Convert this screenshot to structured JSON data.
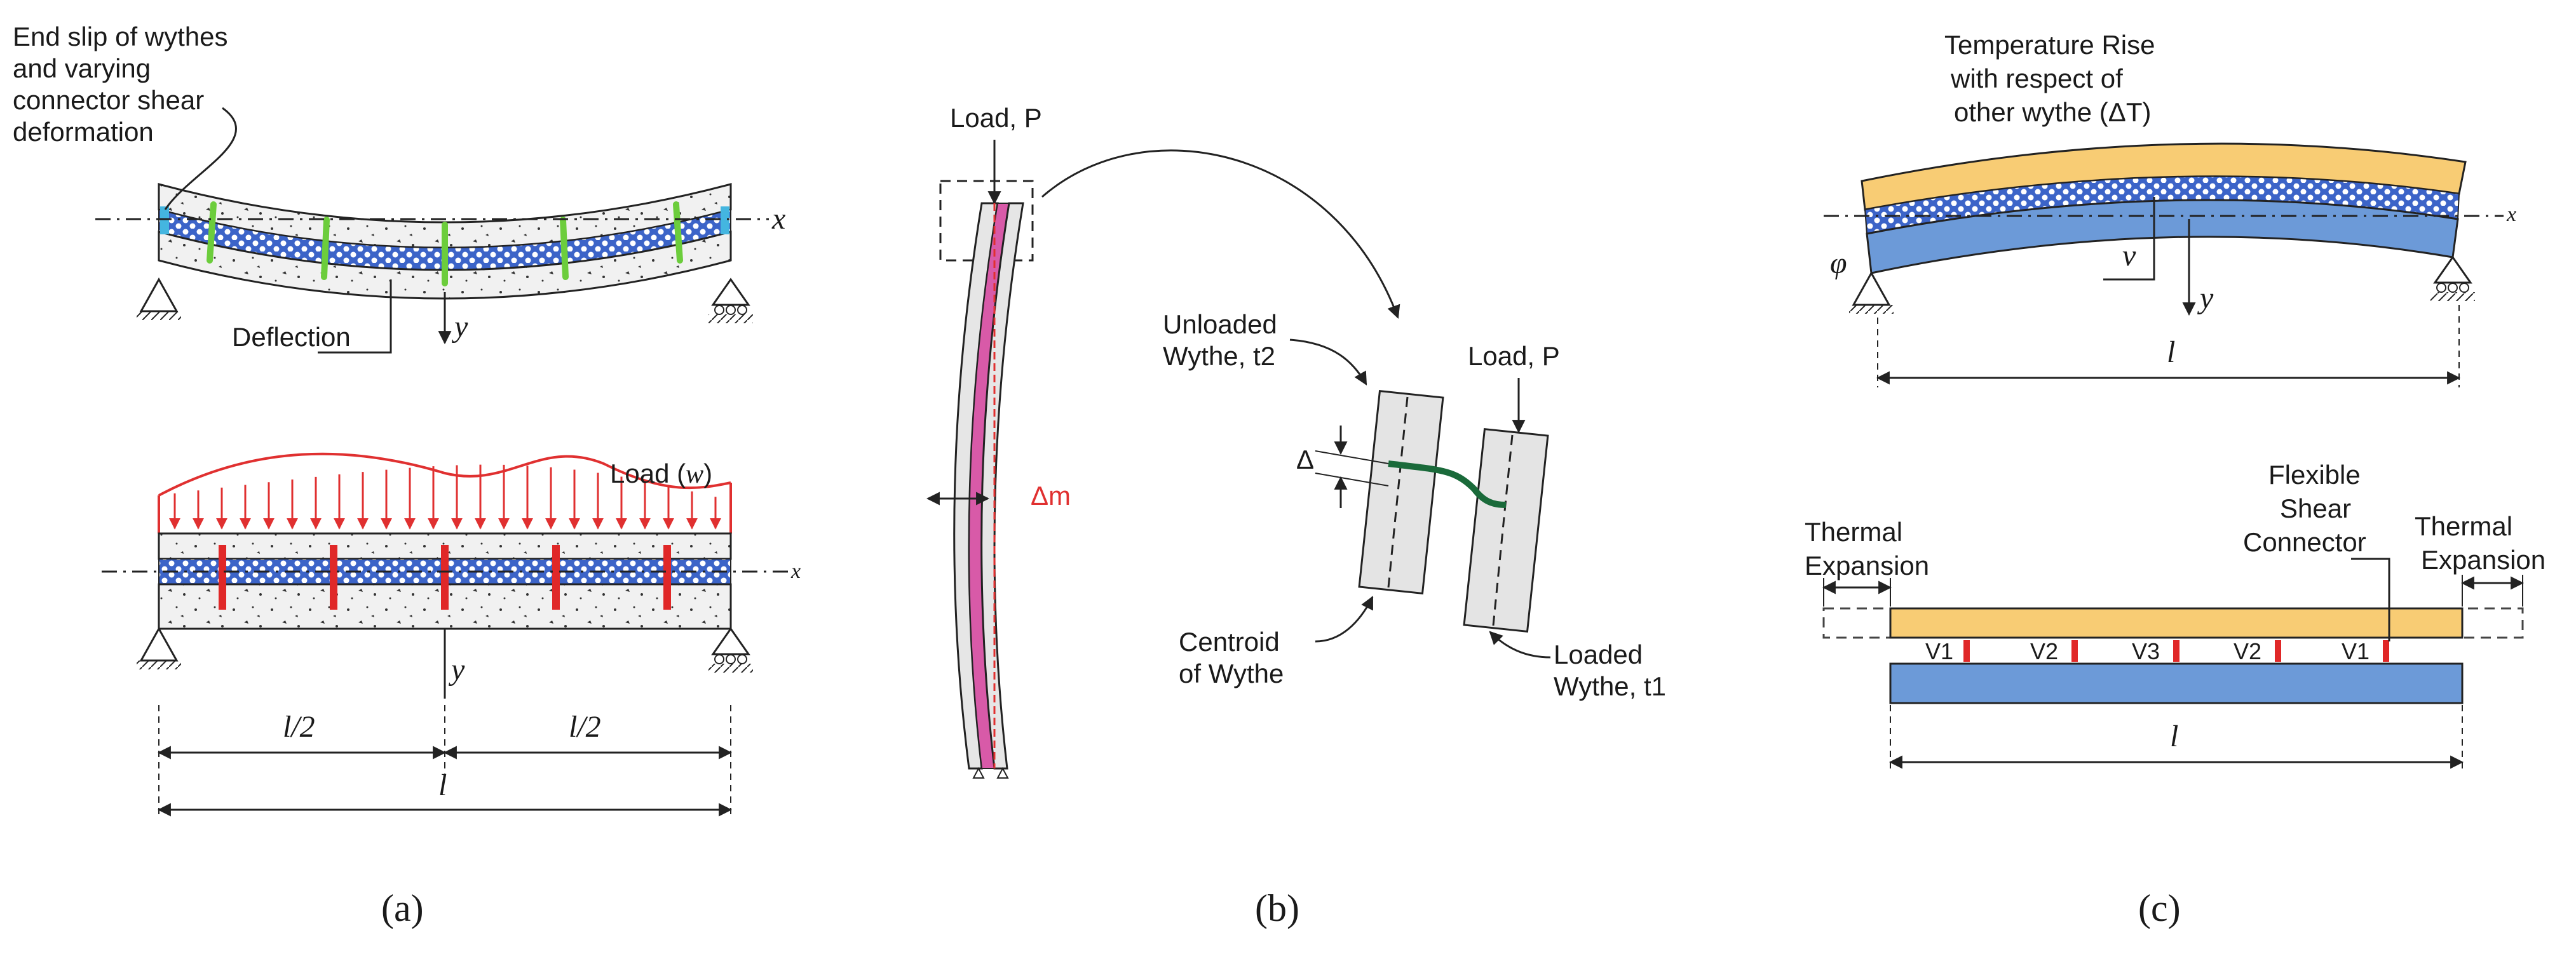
{
  "panel_a": {
    "caption": "(a)",
    "callout_end_slip": [
      "End slip of wythes",
      "and varying",
      "connector shear",
      "deformation"
    ],
    "deflection_label": "Deflection",
    "load_label": "Load (",
    "load_var": "w",
    "load_close": ")",
    "axis_x": "x",
    "axis_y": "y",
    "span_half_left": "l/2",
    "span_half_right": "l/2",
    "span_total": "l"
  },
  "panel_b": {
    "caption": "(b)",
    "load_top": "Load, P",
    "load_detail": "Load, P",
    "unloaded_wythe": [
      "Unloaded",
      "Wythe, t2"
    ],
    "loaded_wythe": [
      "Loaded",
      "Wythe, t1"
    ],
    "centroid": [
      "Centroid",
      "of Wythe"
    ],
    "delta": "Δ",
    "delta_m": "Δm"
  },
  "panel_c": {
    "caption": "(c)",
    "temperature_rise": [
      "Temperature Rise",
      "with respect of",
      "other wythe (ΔT)"
    ],
    "nu": "ν",
    "phi": "φ",
    "axis_x": "x",
    "axis_y": "y",
    "span_top": "l",
    "span_bottom": "l",
    "thermal_left": [
      "Thermal",
      "Expansion"
    ],
    "thermal_right": [
      "Thermal",
      "Expansion"
    ],
    "flexible_connector": [
      "Flexible",
      "Shear",
      "Connector"
    ],
    "connectors": [
      "V1",
      "V2",
      "V3",
      "V2",
      "V1"
    ]
  },
  "colors": {
    "concrete": "#f1f1f1",
    "insulation": "#3c64c8",
    "connector_green": "#6ccd3c",
    "connector_red": "#e02828",
    "load_red": "#e03030",
    "warm_wythe": "#f8cc74",
    "cool_wythe": "#6c9ad8",
    "end_cyan": "#44b6e0"
  }
}
